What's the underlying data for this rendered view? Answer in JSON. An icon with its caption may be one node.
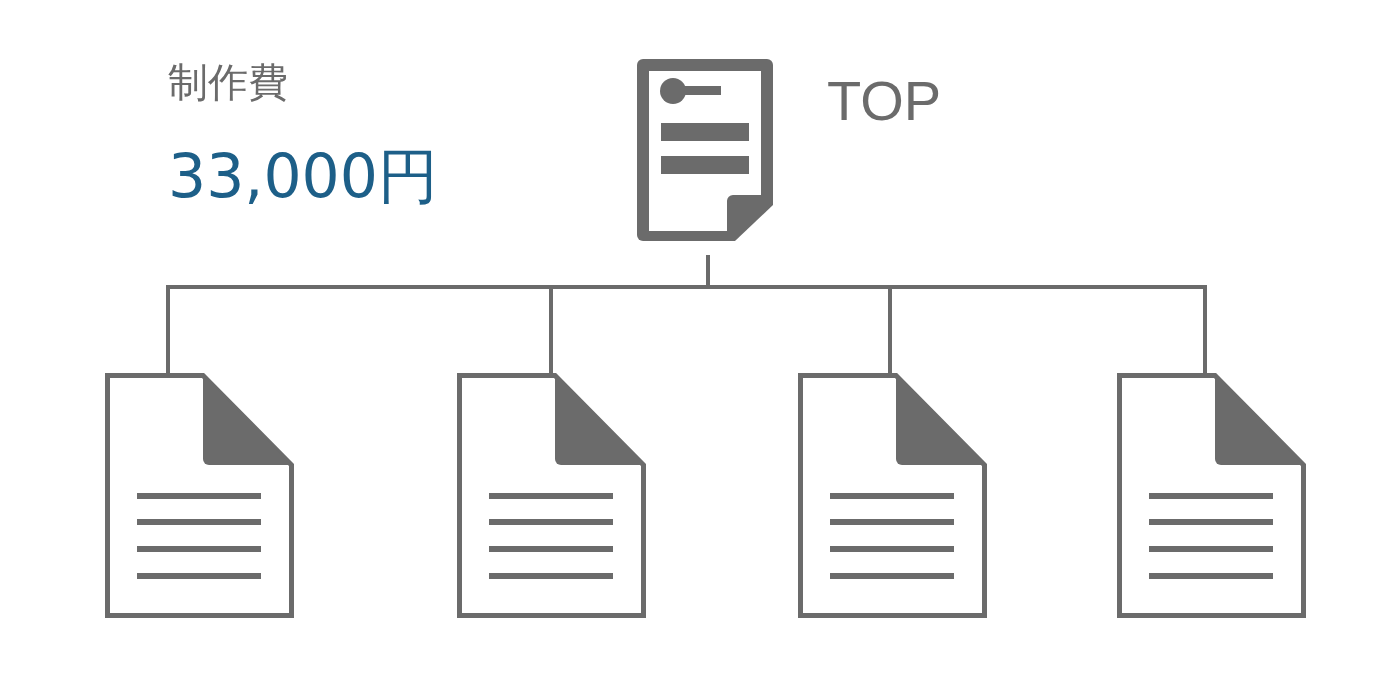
{
  "diagram": {
    "nodes": [
      {
        "text": [
          "TOP"
        ]
      },
      {
        "text": [],
        "shape": "document"
      },
      {
        "text": [],
        "shape": "document"
      },
      {
        "text": [],
        "shape": "document"
      },
      {
        "text": [],
        "shape": "document"
      }
    ],
    "edges": [
      {
        "from": 0,
        "to": 1,
        "arrow": "none"
      },
      {
        "from": 0,
        "to": 2,
        "arrow": "none"
      },
      {
        "from": 0,
        "to": 3,
        "arrow": "none"
      },
      {
        "from": 0,
        "to": 4,
        "arrow": "none"
      }
    ],
    "labels": [
      "制作費",
      "33,000円"
    ]
  }
}
